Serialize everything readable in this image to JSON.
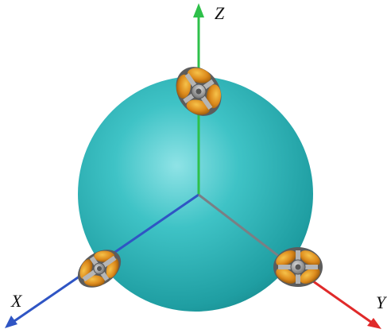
{
  "axes": {
    "x_label": "X",
    "y_label": "Y",
    "z_label": "Z"
  },
  "colors": {
    "sphere": "#2bb5b8",
    "x_axis": "#2f55c4",
    "y_axis": "#e02a2a",
    "z_axis": "#2ec04a",
    "wheel_roller": "#d98a1a",
    "wheel_hub": "#8a8a8a"
  },
  "wheels": [
    {
      "name": "omni-wheel-z",
      "axis": "z"
    },
    {
      "name": "omni-wheel-x",
      "axis": "x"
    },
    {
      "name": "omni-wheel-y",
      "axis": "y"
    }
  ]
}
